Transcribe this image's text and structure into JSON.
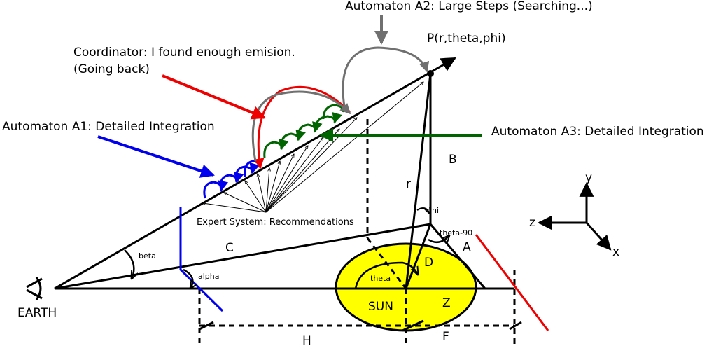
{
  "labels": {
    "a2": "Automaton A2: Large Steps (Searching...)",
    "point": "P(r,theta,phi)",
    "coordinator_l1": "Coordinator: I found enough emision.",
    "coordinator_l2": "(Going back)",
    "a1": "Automaton A1: Detailed Integration",
    "a3": "Automaton A3: Detailed Integration",
    "expert": "Expert System: Recommendations",
    "earth": "EARTH",
    "sun": "SUN",
    "beta": "beta",
    "alpha": "alpha",
    "theta": "theta",
    "phi": "phi",
    "theta90": "theta-90",
    "seg_A": "A",
    "seg_B": "B",
    "seg_C": "C",
    "seg_D": "D",
    "seg_F": "F",
    "seg_H": "H",
    "seg_Z": "Z",
    "seg_r": "r",
    "axis_x": "x",
    "axis_y": "y",
    "axis_z": "z"
  },
  "colors": {
    "sun_fill": "#ffff00",
    "a1": "#0000ee",
    "a2": "#707070",
    "a3": "#006400",
    "coordinator": "#ee0000"
  }
}
